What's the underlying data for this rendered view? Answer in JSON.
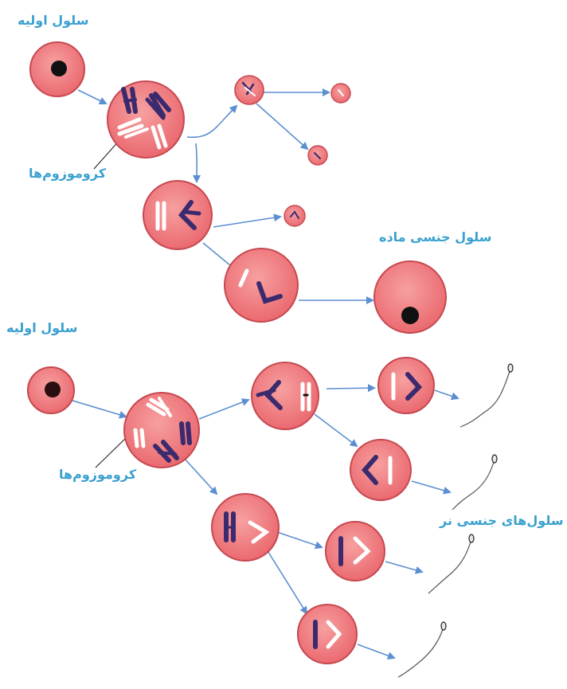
{
  "colors": {
    "label": "#3aa0cf",
    "arrow": "#5b8fd0",
    "cell_fill": "#f0777a",
    "cell_stroke": "#c64850",
    "nucleus": "#111111",
    "chromosome_dark": "#3b2a6e",
    "chromosome_light": "#ffffff"
  },
  "labels": {
    "header_fragment": "",
    "female_primary_cell": "سلول اولیه",
    "female_chromosomes": "کروموزوم‌ها",
    "female_sex_cell": "سلول جنسی ماده",
    "male_primary_cell": "سلول اولیه",
    "male_chromosomes": "کروموزوم‌ها",
    "male_sex_cells": "سلول‌های جنسی نر"
  }
}
